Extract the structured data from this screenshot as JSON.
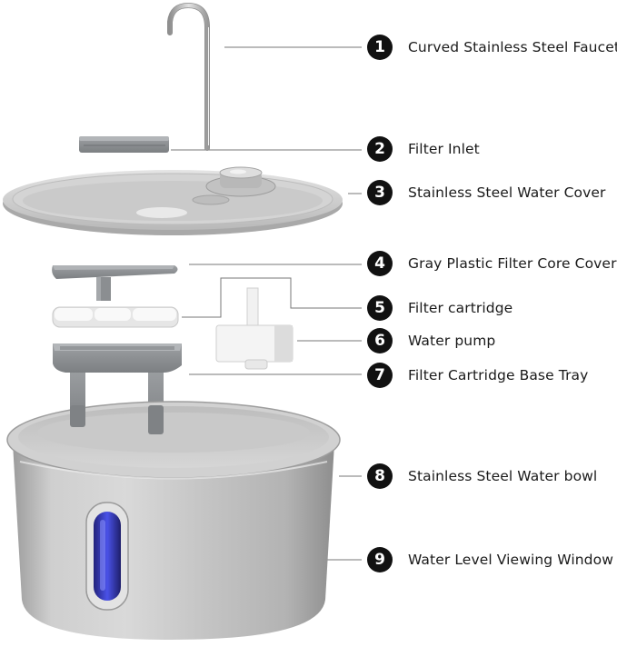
{
  "callouts": [
    {
      "number": "1",
      "label": "Curved Stainless Steel Faucet"
    },
    {
      "number": "2",
      "label": "Filter Inlet"
    },
    {
      "number": "3",
      "label": "Stainless Steel Water Cover"
    },
    {
      "number": "4",
      "label": "Gray Plastic Filter Core Cover"
    },
    {
      "number": "5",
      "label": "Filter cartridge"
    },
    {
      "number": "6",
      "label": "Water pump"
    },
    {
      "number": "7",
      "label": "Filter Cartridge Base Tray"
    },
    {
      "number": "8",
      "label": "Stainless Steel Water bowl"
    },
    {
      "number": "9",
      "label": "Water Level Viewing Window"
    }
  ],
  "colors": {
    "badge": "#111111",
    "steel_light": "#e3e3e3",
    "steel_dark": "#a8a8a8",
    "plastic_gray": "#8a8d90",
    "window_blue": "#3a3fd0"
  }
}
